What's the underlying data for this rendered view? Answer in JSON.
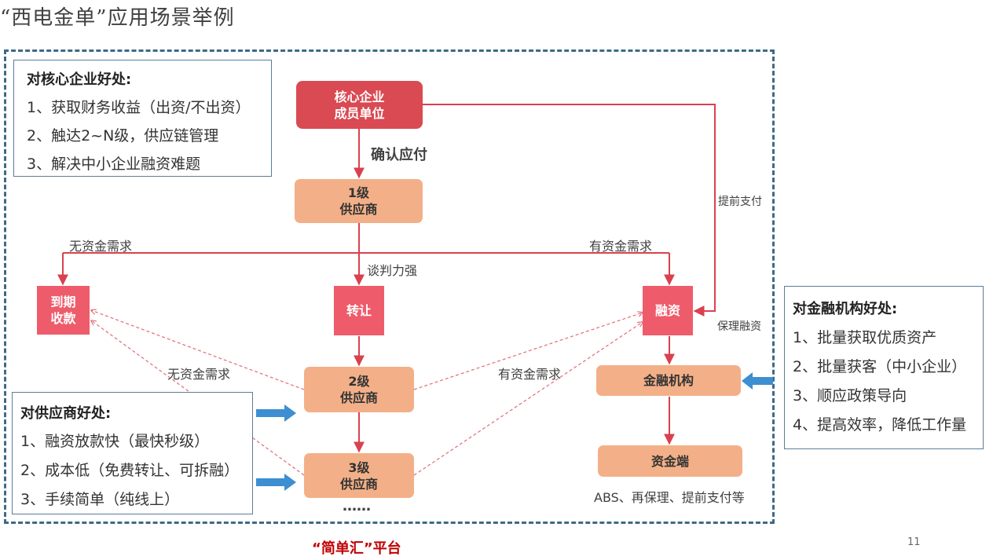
{
  "title": "“西电金单”应用场景举例",
  "core_box": {
    "title": "对核心企业好处:",
    "items": [
      "1、获取财务收益（出资/不出资）",
      "2、触达2~N级，供应链管理",
      "3、解决中小企业融资难题"
    ]
  },
  "supplier_box": {
    "title": "对供应商好处:",
    "items": [
      "1、融资放款快（最快秒级）",
      "2、成本低（免费转让、可拆融）",
      "3、手续简单（纯线上）"
    ]
  },
  "finance_box": {
    "title": "对金融机构好处:",
    "items": [
      "1、批量获取优质资产",
      "2、批量获客（中小企业）",
      "3、顺应政策导向",
      "4、提高效率，降低工作量"
    ]
  },
  "nodes": {
    "core_line1": "核心企业",
    "core_line2": "成员单位",
    "s1_line1": "1级",
    "s1_line2": "供应商",
    "maturity_line1": "到期",
    "maturity_line2": "收款",
    "transfer": "转让",
    "financing": "融资",
    "s2_line1": "2级",
    "s2_line2": "供应商",
    "s3_line1": "3级",
    "s3_line2": "供应商",
    "fin_inst": "金融机构",
    "fund_side": "资金端"
  },
  "labels": {
    "confirm_payable": "确认应付",
    "no_funds_need": "无资金需求",
    "has_funds_need": "有资金需求",
    "strong_bargaining": "谈判力强",
    "early_payment": "提前支付",
    "factoring_financing": "保理融资",
    "no_funds_need_2": "无资金需求",
    "has_funds_need_2": "有资金需求",
    "ellipsis": "……",
    "abs_note": "ABS、再保理、提前支付等"
  },
  "platform_label": "“简单汇”平台",
  "page_number": "11",
  "colors": {
    "line_red": "#d9414f",
    "dashed_red": "#e06c77",
    "blue_arrow": "#3d8fd1",
    "frame": "#3e6a86"
  }
}
